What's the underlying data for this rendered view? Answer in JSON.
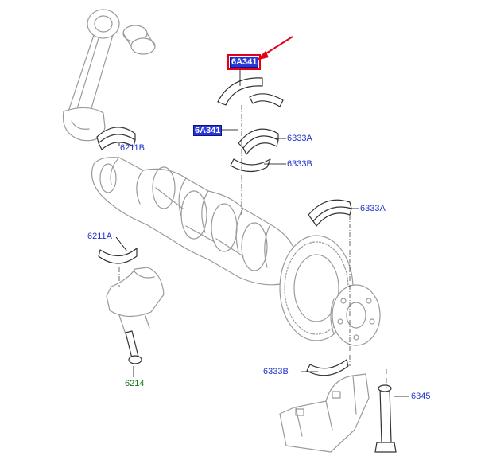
{
  "callouts": {
    "top_thrust_washer": "6A341",
    "left_thrust_washer": "6A341",
    "upper_main_bearing": "6333A",
    "lower_main_bearing": "6333B",
    "rod_bearing_upper": "6211B",
    "rod_bearing_lower": "6211A",
    "rod_bolt": "6214",
    "right_main_bearing_upper": "6333A",
    "right_main_bearing_lower": "6333B",
    "main_cap_bolt": "6345"
  },
  "colors": {
    "callout_text": "#2233cc",
    "callout_box_fill": "#2a37d6",
    "bolt_label": "#1a7a1a",
    "pointer_arrow": "#e3001b",
    "highlight_outline": "#e3001b",
    "part_outline": "#9a9a9a",
    "leader_line": "#000000"
  }
}
